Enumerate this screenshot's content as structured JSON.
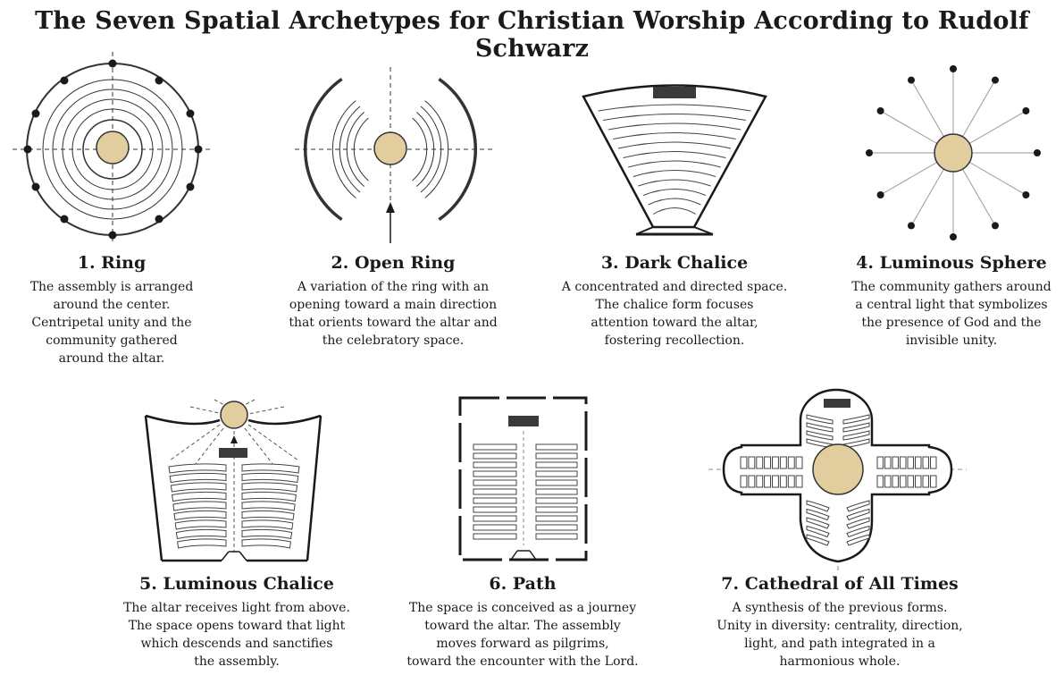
{
  "title": "The Seven Spatial Archetypes for Christian Worship According to Rudolf Schwarz",
  "colors": {
    "altar": "#e2cd9e",
    "ink": "#1a1a1a",
    "stroke": "#333333"
  },
  "archetypes": [
    {
      "heading": "1. Ring",
      "lines": [
        "The assembly is arranged",
        "around the center.",
        "Centripetal unity and the",
        "community gathered",
        "around the altar."
      ]
    },
    {
      "heading": "2. Open Ring",
      "lines": [
        "A variation of the ring with an",
        "opening toward a main direction",
        "that orients toward the altar and",
        "the celebratory space."
      ]
    },
    {
      "heading": "3. Dark Chalice",
      "lines": [
        "A concentrated and directed space.",
        "The chalice form focuses",
        "attention toward the altar,",
        "fostering recollection."
      ]
    },
    {
      "heading": "4. Luminous Sphere",
      "lines": [
        "The community gathers around",
        "a central light that symbolizes",
        "the presence of God and the",
        "invisible unity."
      ]
    },
    {
      "heading": "5. Luminous Chalice",
      "lines": [
        "The altar receives light from above.",
        "The space opens toward that light",
        "which descends and sanctifies",
        "the assembly."
      ]
    },
    {
      "heading": "6. Path",
      "lines": [
        "The space is conceived as a journey",
        "toward the altar. The assembly",
        "moves forward as pilgrims,",
        "toward the encounter with the Lord."
      ]
    },
    {
      "heading": "7. Cathedral of All Times",
      "lines": [
        "A synthesis of the previous forms.",
        "Unity in diversity: centrality, direction,",
        "light, and path integrated in a",
        "harmonious whole."
      ]
    }
  ]
}
